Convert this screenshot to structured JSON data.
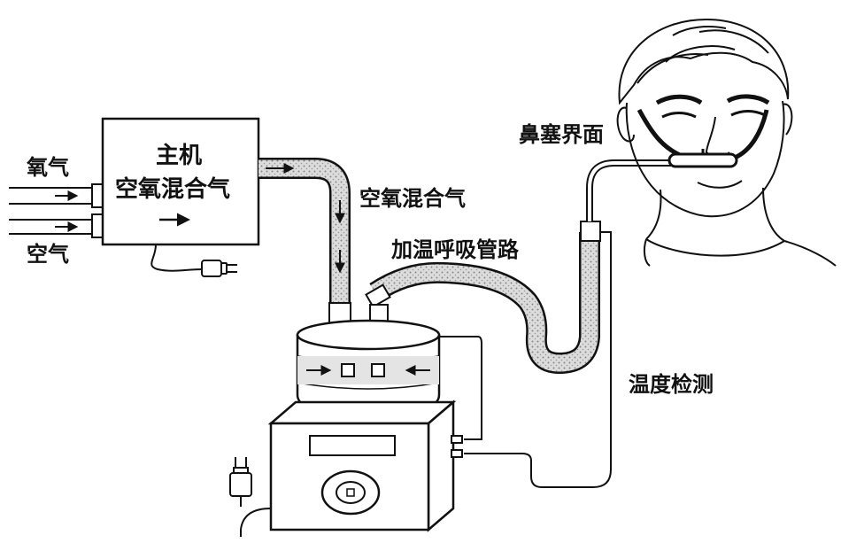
{
  "labels": {
    "oxygen_in": "氧气",
    "air_in": "空气",
    "main_unit_title": "主机",
    "main_unit_subtitle": "空氧混合气",
    "mixed_gas": "空氧混合气",
    "heated_circuit": "加温呼吸管路",
    "nasal_interface": "鼻塞界面",
    "temp_sensing": "温度检测"
  },
  "colors": {
    "line": "#111111",
    "tube_fill": "#d9d9d9",
    "tube_pattern": "#8a8a8a",
    "background": "#ffffff"
  },
  "icons": {
    "plug_main": "power-plug-icon",
    "plug_humidifier": "power-plug-icon",
    "knob": "control-knob-icon"
  }
}
